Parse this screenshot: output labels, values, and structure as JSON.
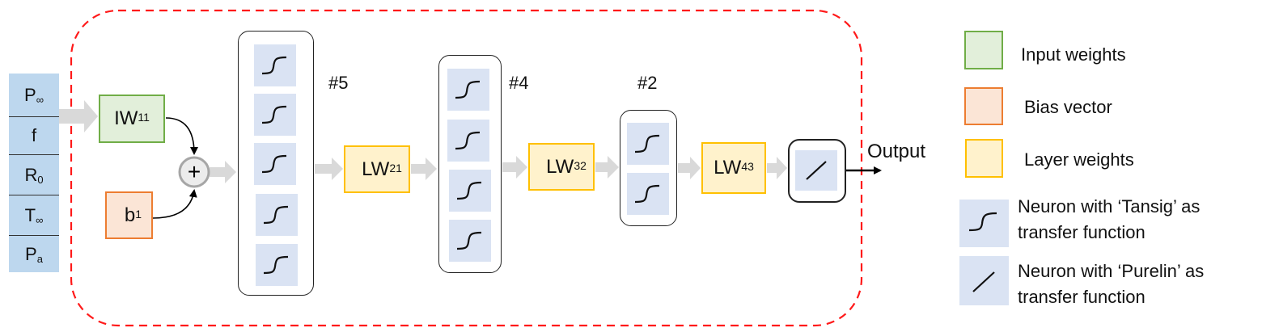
{
  "inputs": [
    {
      "base": "P",
      "sub": "∞"
    },
    {
      "base": "f",
      "sub": ""
    },
    {
      "base": "R",
      "sub": "0"
    },
    {
      "base": "T",
      "sub": "∞"
    },
    {
      "base": "P",
      "sub": "a"
    }
  ],
  "input_weights": {
    "base": "IW",
    "sup": "11"
  },
  "bias": {
    "base": "b",
    "sup": "1"
  },
  "sum_symbol": "+",
  "layers": [
    {
      "label": "#5",
      "neurons": 5,
      "transfer": "tansig"
    },
    {
      "label": "#4",
      "neurons": 4,
      "transfer": "tansig"
    },
    {
      "label": "#2",
      "neurons": 2,
      "transfer": "tansig"
    },
    {
      "label": "",
      "neurons": 1,
      "transfer": "purelin"
    }
  ],
  "layer_weights": [
    {
      "base": "LW",
      "sup": "21"
    },
    {
      "base": "LW",
      "sup": "32"
    },
    {
      "base": "LW",
      "sup": "43"
    }
  ],
  "output_label": "Output",
  "legend": [
    {
      "type": "input-weights",
      "label": "Input weights",
      "color": "#70ad47",
      "fill": "#e2efda"
    },
    {
      "type": "bias-vector",
      "label": "Bias vector",
      "color": "#ed7d31",
      "fill": "#fbe5d6"
    },
    {
      "type": "layer-weights",
      "label": "Layer weights",
      "color": "#ffc000",
      "fill": "#fff2cc"
    },
    {
      "type": "tansig-neuron",
      "label_line1": "Neuron with ‘Tansig’ as",
      "label_line2": "transfer function"
    },
    {
      "type": "purelin-neuron",
      "label_line1": "Neuron with ‘Purelin’ as",
      "label_line2": "transfer function"
    }
  ],
  "colors": {
    "boundary": "#ff0000",
    "neuron_fill": "#dae3f3",
    "input_fill": "#bdd7ee",
    "arrow": "#d9d9d9"
  }
}
